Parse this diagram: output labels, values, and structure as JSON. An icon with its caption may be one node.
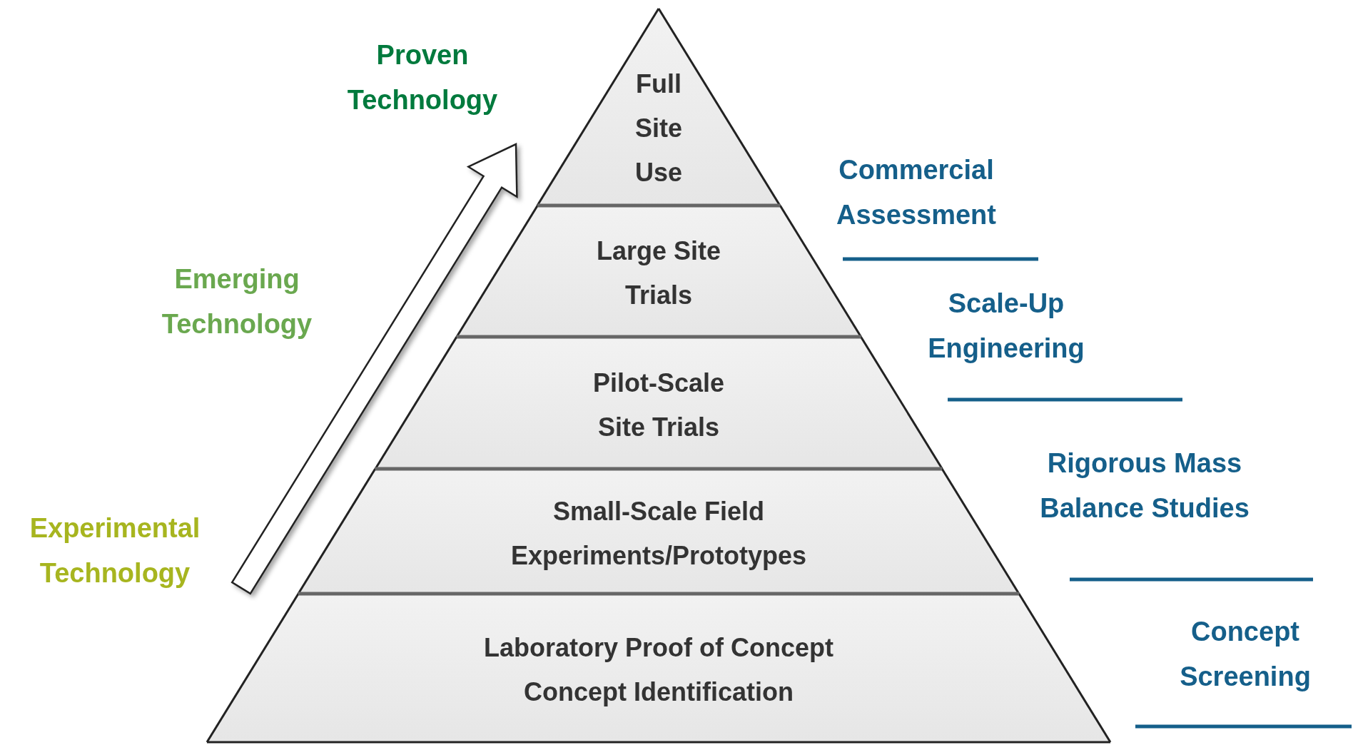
{
  "diagram": {
    "nodes": [
      {
        "text": [
          "Full Site Use"
        ]
      },
      {
        "text": [
          "Large Site Trials"
        ]
      },
      {
        "text": [
          "Pilot-Scale Site Trials"
        ]
      },
      {
        "text": [
          "Small-Scale Field Experiments/Prototypes"
        ]
      },
      {
        "text": [
          "Laboratory Proof of Concept Concept Identification"
        ]
      }
    ],
    "labels": [
      "Proven Technology",
      "Commercial Assessment",
      "Emerging Technology",
      "Scale-Up Engineering",
      "Rigorous Mass Balance Studies",
      "Experimental Technology",
      "Concept Screening"
    ]
  }
}
